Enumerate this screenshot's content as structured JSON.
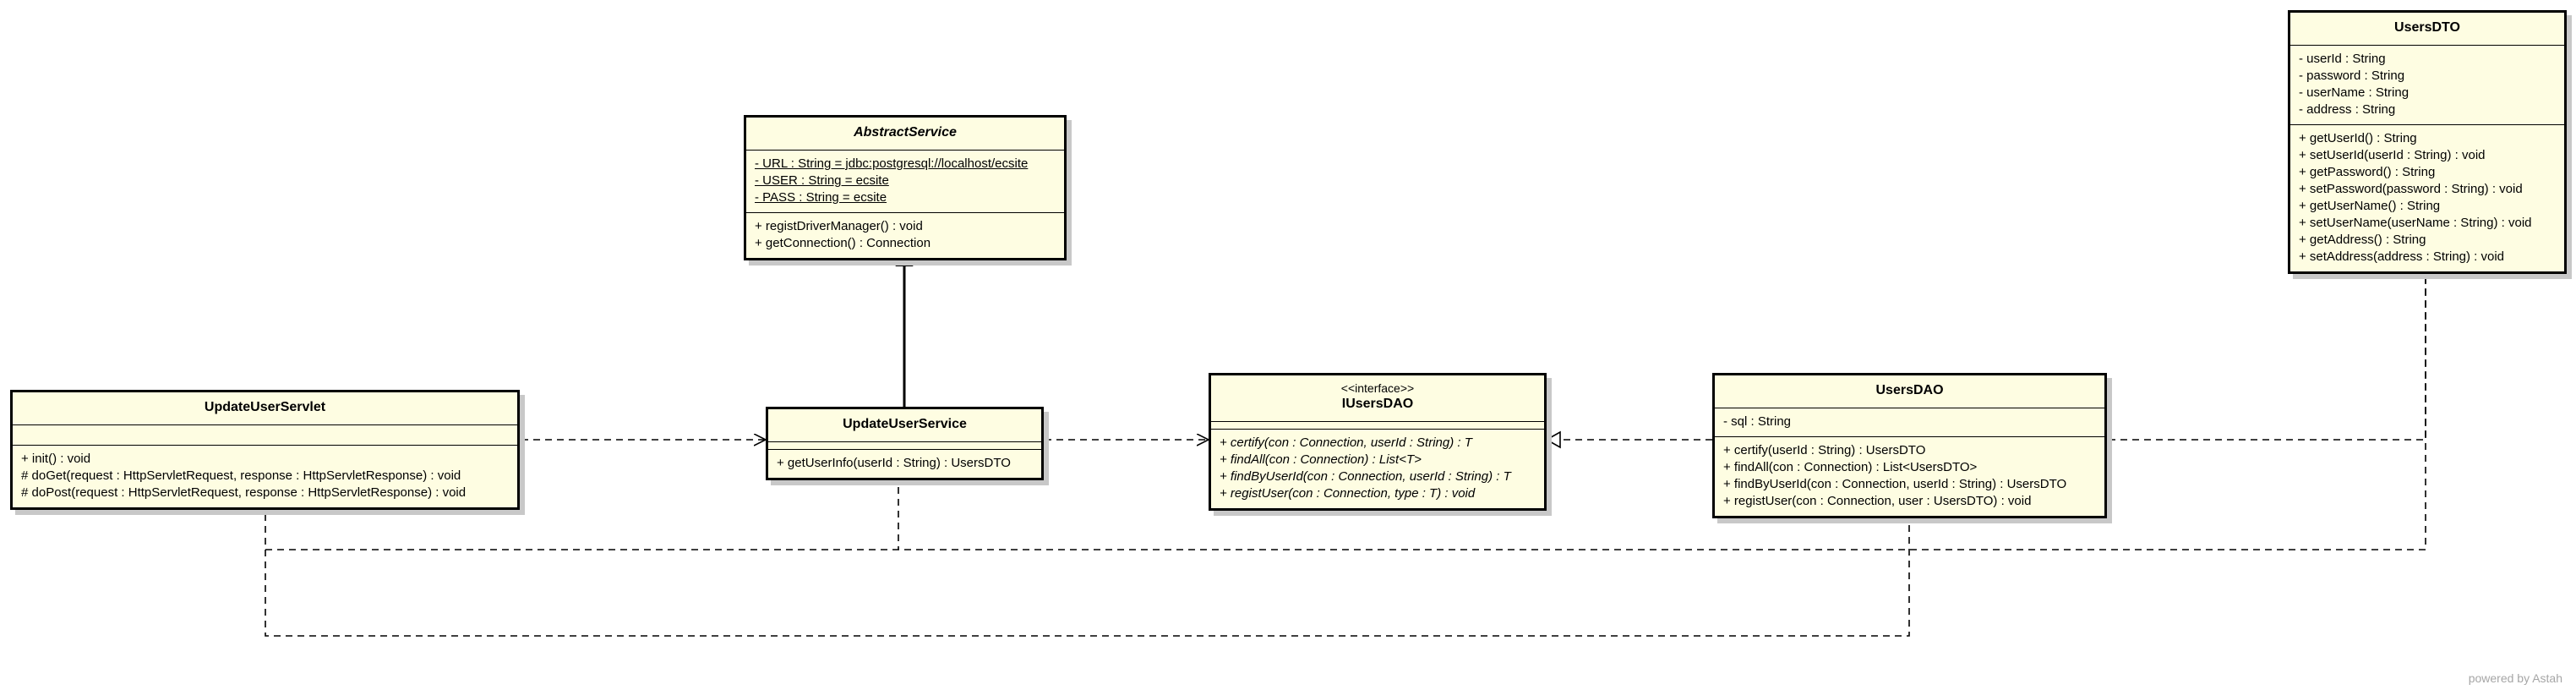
{
  "classes": {
    "abstract_service": {
      "name": "AbstractService",
      "attributes": [
        "- URL : String = jdbc:postgresql://localhost/ecsite",
        "- USER : String = ecsite",
        "- PASS : String = ecsite"
      ],
      "operations": [
        "+ registDriverManager() : void",
        "+ getConnection() : Connection"
      ]
    },
    "update_user_servlet": {
      "name": "UpdateUserServlet",
      "operations": [
        "+ init() : void",
        "# doGet(request : HttpServletRequest, response : HttpServletResponse) : void",
        "# doPost(request : HttpServletRequest, response : HttpServletResponse) : void"
      ]
    },
    "update_user_service": {
      "name": "UpdateUserService",
      "operations": [
        "+ getUserInfo(userId : String) : UsersDTO"
      ]
    },
    "iusers_dao": {
      "stereotype": "<<interface>>",
      "name": "IUsersDAO",
      "operations": [
        "+ certify(con : Connection, userId : String) : T",
        "+ findAll(con : Connection) : List<T>",
        "+ findByUserId(con : Connection, userId : String) : T",
        "+ registUser(con : Connection, type : T) : void"
      ]
    },
    "users_dao": {
      "name": "UsersDAO",
      "attributes": [
        "- sql : String"
      ],
      "operations": [
        "+ certify(userId : String) : UsersDTO",
        "+ findAll(con : Connection) : List<UsersDTO>",
        "+ findByUserId(con : Connection, userId : String) : UsersDTO",
        "+ registUser(con : Connection, user : UsersDTO) : void"
      ]
    },
    "users_dto": {
      "name": "UsersDTO",
      "attributes": [
        "- userId : String",
        "- password : String",
        "- userName : String",
        "- address : String"
      ],
      "operations": [
        "+ getUserId() : String",
        "+ setUserId(userId : String) : void",
        "+ getPassword() : String",
        "+ setPassword(password : String) : void",
        "+ getUserName() : String",
        "+ setUserName(userName : String) : void",
        "+ getAddress() : String",
        "+ setAddress(address : String) : void"
      ]
    }
  },
  "relationships": [
    {
      "type": "generalization",
      "from": "UpdateUserService",
      "to": "AbstractService"
    },
    {
      "type": "dependency",
      "from": "UpdateUserServlet",
      "to": "UpdateUserService"
    },
    {
      "type": "dependency",
      "from": "UpdateUserService",
      "to": "IUsersDAO"
    },
    {
      "type": "realization",
      "from": "UsersDAO",
      "to": "IUsersDAO"
    },
    {
      "type": "dependency",
      "from": "UsersDAO",
      "to": "UsersDTO"
    },
    {
      "type": "dependency",
      "from": "UpdateUserServlet",
      "to": "UsersDTO"
    },
    {
      "type": "dependency",
      "from": "UpdateUserService",
      "to": "UsersDTO"
    },
    {
      "type": "dependency",
      "from": "UpdateUserServlet",
      "to": "UsersDAO"
    }
  ],
  "watermark": "powered by Astah"
}
